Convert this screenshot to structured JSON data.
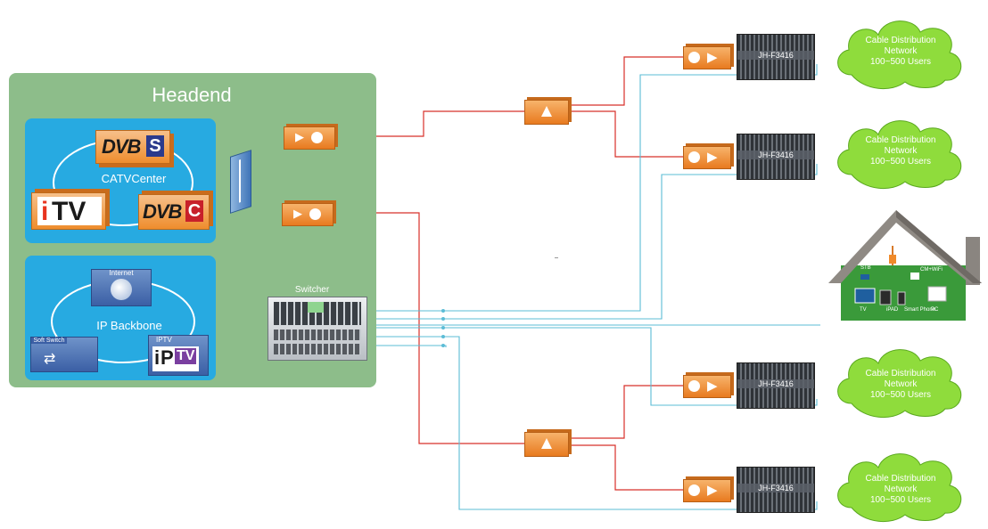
{
  "headend": {
    "title": "Headend",
    "catv_center": {
      "label": "CATVCenter",
      "dvbs": {
        "text": "DVB",
        "badge": "S"
      },
      "dvbc": {
        "text": "DVB",
        "badge": "C"
      },
      "itv": {
        "i": "i",
        "rest": "TV"
      }
    },
    "ip_backbone": {
      "label": "IP Backbone",
      "internet_label": "Internet",
      "softswitch_label": "Soft Switch",
      "iptv_label": "IPTV",
      "iptv_logo": {
        "i": "i",
        "p": "P",
        "tv": "TV"
      }
    },
    "switcher_label": "Switcher"
  },
  "optical_nodes": [
    {
      "model": "JH-F3416"
    },
    {
      "model": "JH-F3416"
    },
    {
      "model": "JH-F3416"
    },
    {
      "model": "JH-F3416"
    }
  ],
  "clouds": [
    {
      "line1": "Cable Distribution",
      "line2": "Network",
      "line3": "100~500 Users"
    },
    {
      "line1": "Cable Distribution",
      "line2": "Network",
      "line3": "100~500 Users"
    },
    {
      "line1": "Cable Distribution",
      "line2": "Network",
      "line3": "100~500 Users"
    },
    {
      "line1": "Cable Distribution",
      "line2": "Network",
      "line3": "100~500 Users"
    }
  ],
  "house": {
    "stb_label": "STB",
    "wifi_label": "CM+WiFi",
    "devices": [
      "TV",
      "iPAD",
      "Smart Phone",
      "PC"
    ]
  },
  "colors": {
    "green_panel": "#8dbd8a",
    "blue_panel": "#27aae1",
    "fiber_red": "#d8302a",
    "coax_blue": "#5bbcd6",
    "orange_device": "#f08a2a",
    "cloud_green": "#8fdc3c"
  }
}
